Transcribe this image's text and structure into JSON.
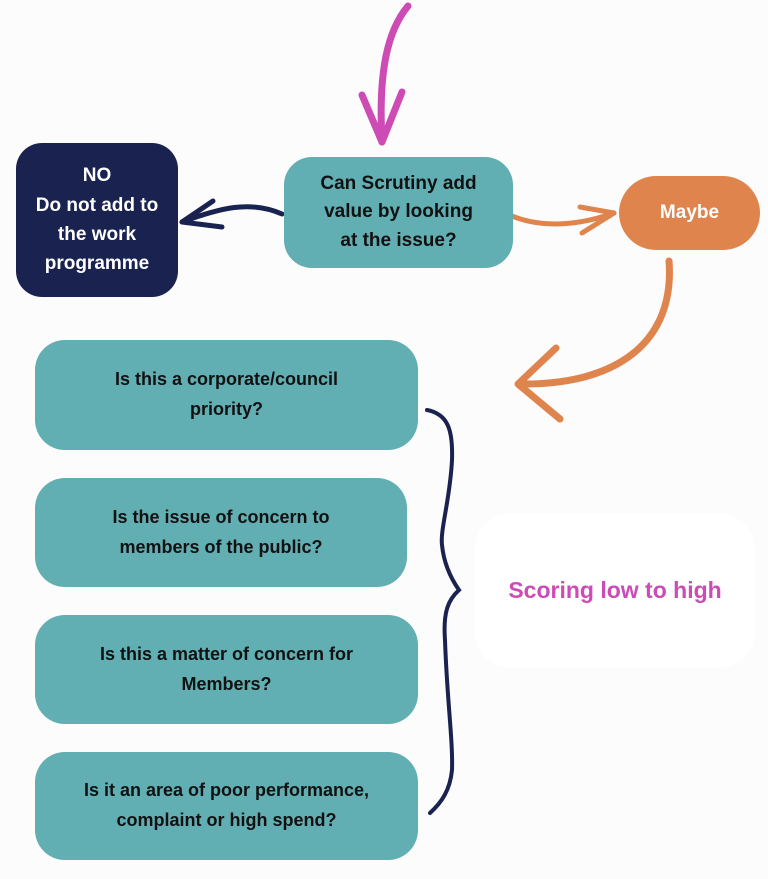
{
  "colors": {
    "teal": "#62afb3",
    "navy": "#1a2350",
    "orange": "#e0844d",
    "magenta": "#cc4bb4",
    "background": "#fcfcfc"
  },
  "start_node": {
    "text": "Can Scrutiny add\nvalue by looking\nat the issue?"
  },
  "no_node": {
    "text": "NO\nDo not add to\nthe work\nprogramme"
  },
  "maybe_node": {
    "text": "Maybe"
  },
  "criteria": [
    {
      "text": "Is this a corporate/council\npriority?"
    },
    {
      "text": "Is the issue of concern to\nmembers of the public?"
    },
    {
      "text": "Is this a matter of concern for\nMembers?"
    },
    {
      "text": "Is it an area of poor performance,\ncomplaint or high spend?"
    }
  ],
  "scoring_label": {
    "text": "Scoring low to high"
  },
  "connectors": [
    {
      "name": "entry-arrow",
      "from": "top",
      "to": "start_node",
      "color": "magenta"
    },
    {
      "name": "no-arrow",
      "from": "start_node",
      "to": "no_node",
      "color": "navy"
    },
    {
      "name": "maybe-arrow",
      "from": "start_node",
      "to": "maybe_node",
      "color": "orange"
    },
    {
      "name": "criteria-arrow",
      "from": "maybe_node",
      "to": "criteria",
      "color": "orange"
    },
    {
      "name": "criteria-brace",
      "from": "criteria",
      "to": "scoring_label",
      "color": "navy"
    }
  ]
}
